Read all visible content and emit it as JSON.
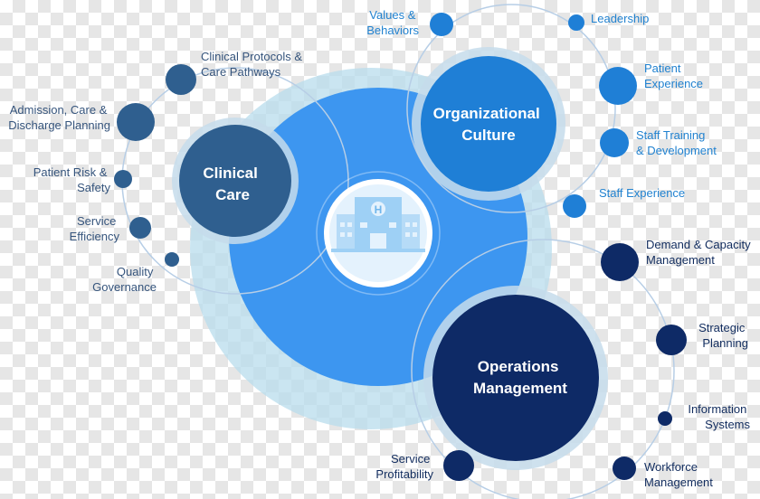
{
  "colors": {
    "clinical": "#2f5f8f",
    "culture": "#1f7fd6",
    "operations": "#0e2a66",
    "center": "#3d96f0",
    "halo": "#b8dcec",
    "ring": "#b7cee6",
    "clinical_text": "#35547c",
    "culture_text": "#2182d0",
    "operations_text": "#112c5e"
  },
  "center": {
    "icon": "hospital-icon"
  },
  "hubs": {
    "clinical": {
      "label_lines": [
        "Clinical",
        "Care"
      ]
    },
    "culture": {
      "label_lines": [
        "Organizational",
        "Culture"
      ]
    },
    "operations": {
      "label_lines": [
        "Operations",
        "Management"
      ]
    }
  },
  "nodes": {
    "clinical": [
      {
        "label_lines": [
          "Clinical Protocols &",
          "Care Pathways"
        ]
      },
      {
        "label_lines": [
          "Admission, Care &",
          "Discharge Planning"
        ]
      },
      {
        "label_lines": [
          "Patient Risk &",
          "Safety"
        ]
      },
      {
        "label_lines": [
          "Service",
          "Efficiency"
        ]
      },
      {
        "label_lines": [
          "Quality",
          "Governance"
        ]
      }
    ],
    "culture": [
      {
        "label_lines": [
          "Values &",
          "Behaviors"
        ]
      },
      {
        "label_lines": [
          "Leadership"
        ]
      },
      {
        "label_lines": [
          "Patient",
          "Experience"
        ]
      },
      {
        "label_lines": [
          "Staff Training",
          "& Development"
        ]
      },
      {
        "label_lines": [
          "Staff Experience"
        ]
      }
    ],
    "operations": [
      {
        "label_lines": [
          "Demand & Capacity",
          "Management"
        ]
      },
      {
        "label_lines": [
          "Strategic",
          "Planning"
        ]
      },
      {
        "label_lines": [
          "Information",
          "Systems"
        ]
      },
      {
        "label_lines": [
          "Workforce",
          "Management"
        ]
      },
      {
        "label_lines": [
          "Service",
          "Profitability"
        ]
      }
    ]
  }
}
